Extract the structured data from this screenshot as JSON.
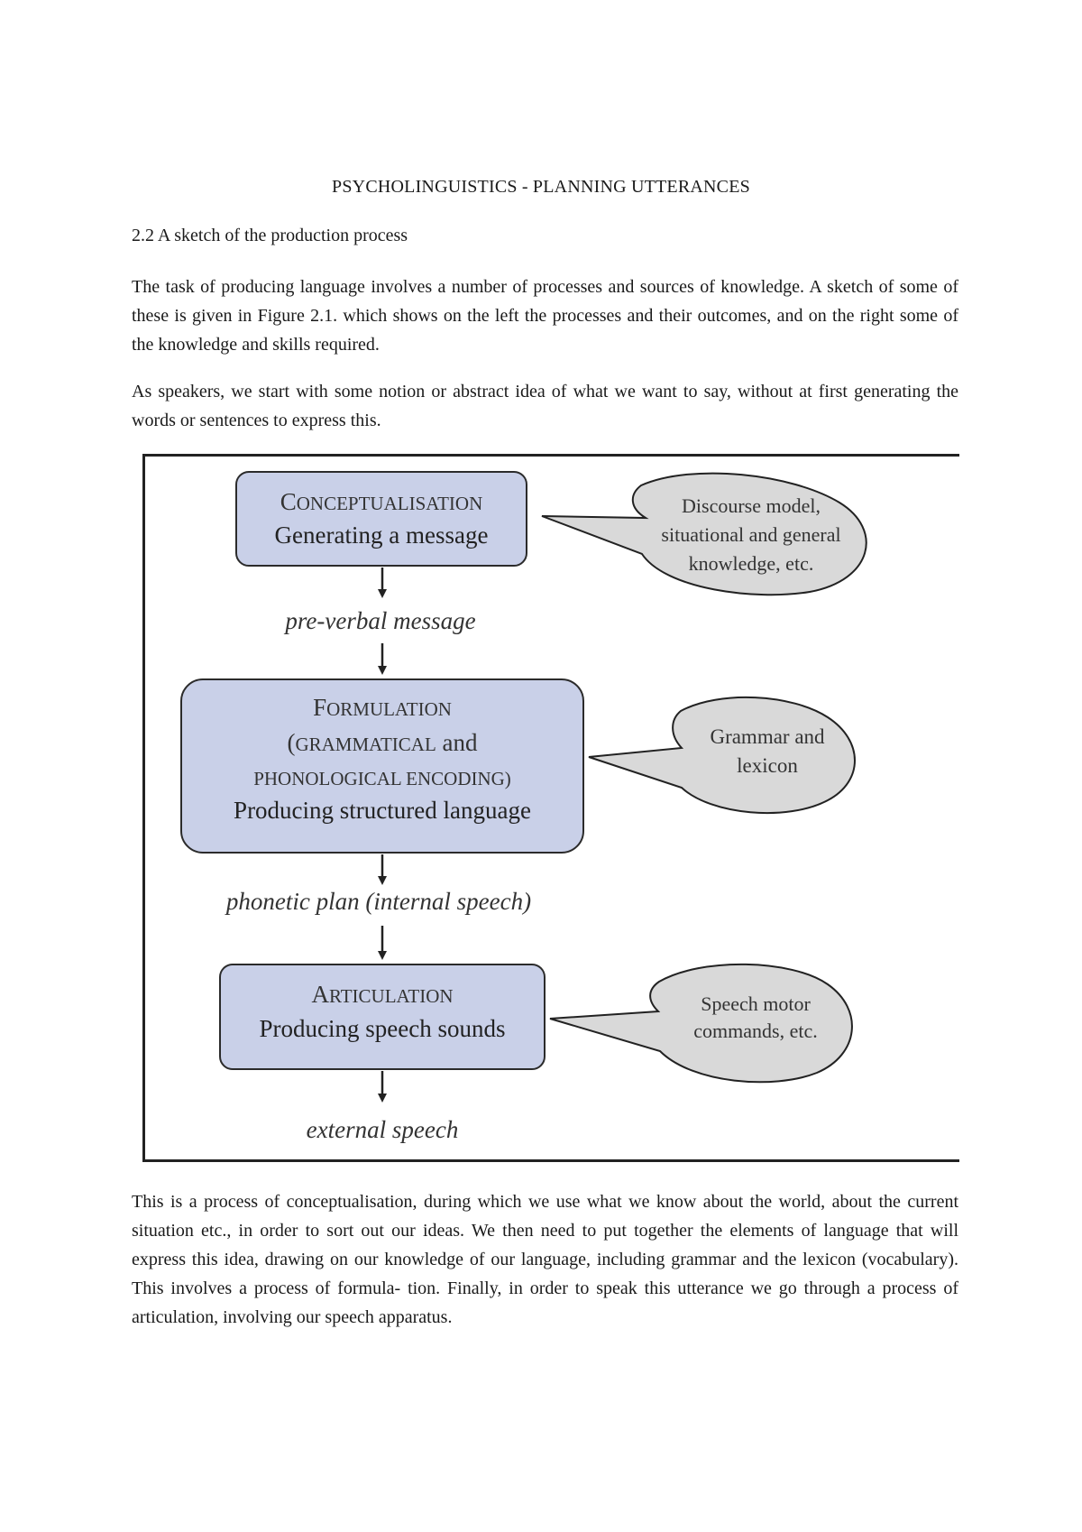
{
  "document": {
    "title": "PSYCHOLINGUISTICS - PLANNING UTTERANCES",
    "section_heading": "2.2 A sketch of the production process",
    "paragraphs": {
      "p1": "The task of producing language involves a number of processes and sources of knowledge. A sketch of some of these is given in Figure 2.1. which shows on the left the processes and their outcomes, and on the right some of the knowledge and skills required.",
      "p2": "As speakers, we start with some notion or abstract idea of what we want to say, without at first generating the words or sentences to express this.",
      "p3": "This is a process of conceptualisation, during which we use what we know about the world, about the current situation etc., in order to sort out our ideas. We then need to put together the elements of language that will express this idea, drawing on our knowledge of our language, including grammar and the lexicon (vocabulary). This involves a process of formula- tion. Finally, in order to speak this utterance we go through a process of articulation, involving our speech apparatus."
    }
  },
  "figure": {
    "colors": {
      "box_fill": "#c9d0e8",
      "box_stroke": "#2b2b2b",
      "bubble_fill": "#d9d9d9",
      "frame": "#222222"
    },
    "conceptualisation": {
      "title_cap": "C",
      "title_rest": "ONCEPTUALISATION",
      "subtitle": "Generating a message"
    },
    "preverbal_label": "pre-verbal message",
    "formulation": {
      "title_cap": "F",
      "title_rest": "ORMULATION",
      "line2_open": "(",
      "line2_cap": "GRAMMATICAL",
      "line2_and": " and",
      "line3": "PHONOLOGICAL ENCODING)",
      "subtitle": "Producing structured language"
    },
    "phonetic_label": "phonetic plan (internal speech)",
    "articulation": {
      "title_cap": "A",
      "title_rest": "RTICULATION",
      "subtitle": "Producing speech sounds"
    },
    "external_label": "external speech",
    "bubbles": {
      "discourse": [
        "Discourse model,",
        "situational and general",
        "knowledge, etc."
      ],
      "grammar": [
        "Grammar and",
        "lexicon"
      ],
      "speech_motor": [
        "Speech motor",
        "commands, etc."
      ]
    }
  }
}
